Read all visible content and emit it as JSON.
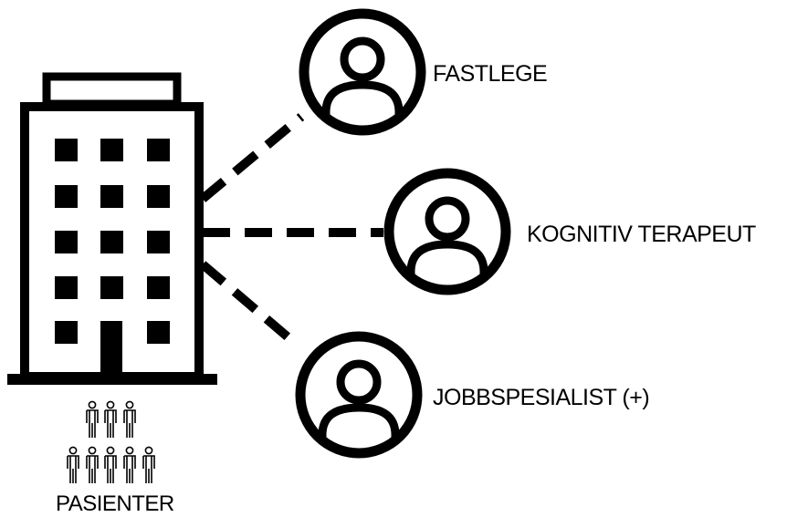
{
  "nodes": {
    "fastlege": {
      "label": "FASTLEGE",
      "icon": "person-icon"
    },
    "kognitiv": {
      "label": "KOGNITIV TERAPEUT",
      "icon": "person-icon"
    },
    "jobb": {
      "label": "JOBBSPESIALIST (+)",
      "icon": "person-icon"
    },
    "clinic": {
      "icon": "building-icon"
    },
    "patients": {
      "label": "PASIENTER",
      "icon": "people-group-icon"
    }
  },
  "edges": [
    {
      "from": "clinic",
      "to": "fastlege",
      "style": "dashed"
    },
    {
      "from": "clinic",
      "to": "kognitiv",
      "style": "dashed"
    },
    {
      "from": "clinic",
      "to": "jobb",
      "style": "dashed"
    }
  ],
  "colors": {
    "stroke": "#000000",
    "background": "#ffffff"
  }
}
